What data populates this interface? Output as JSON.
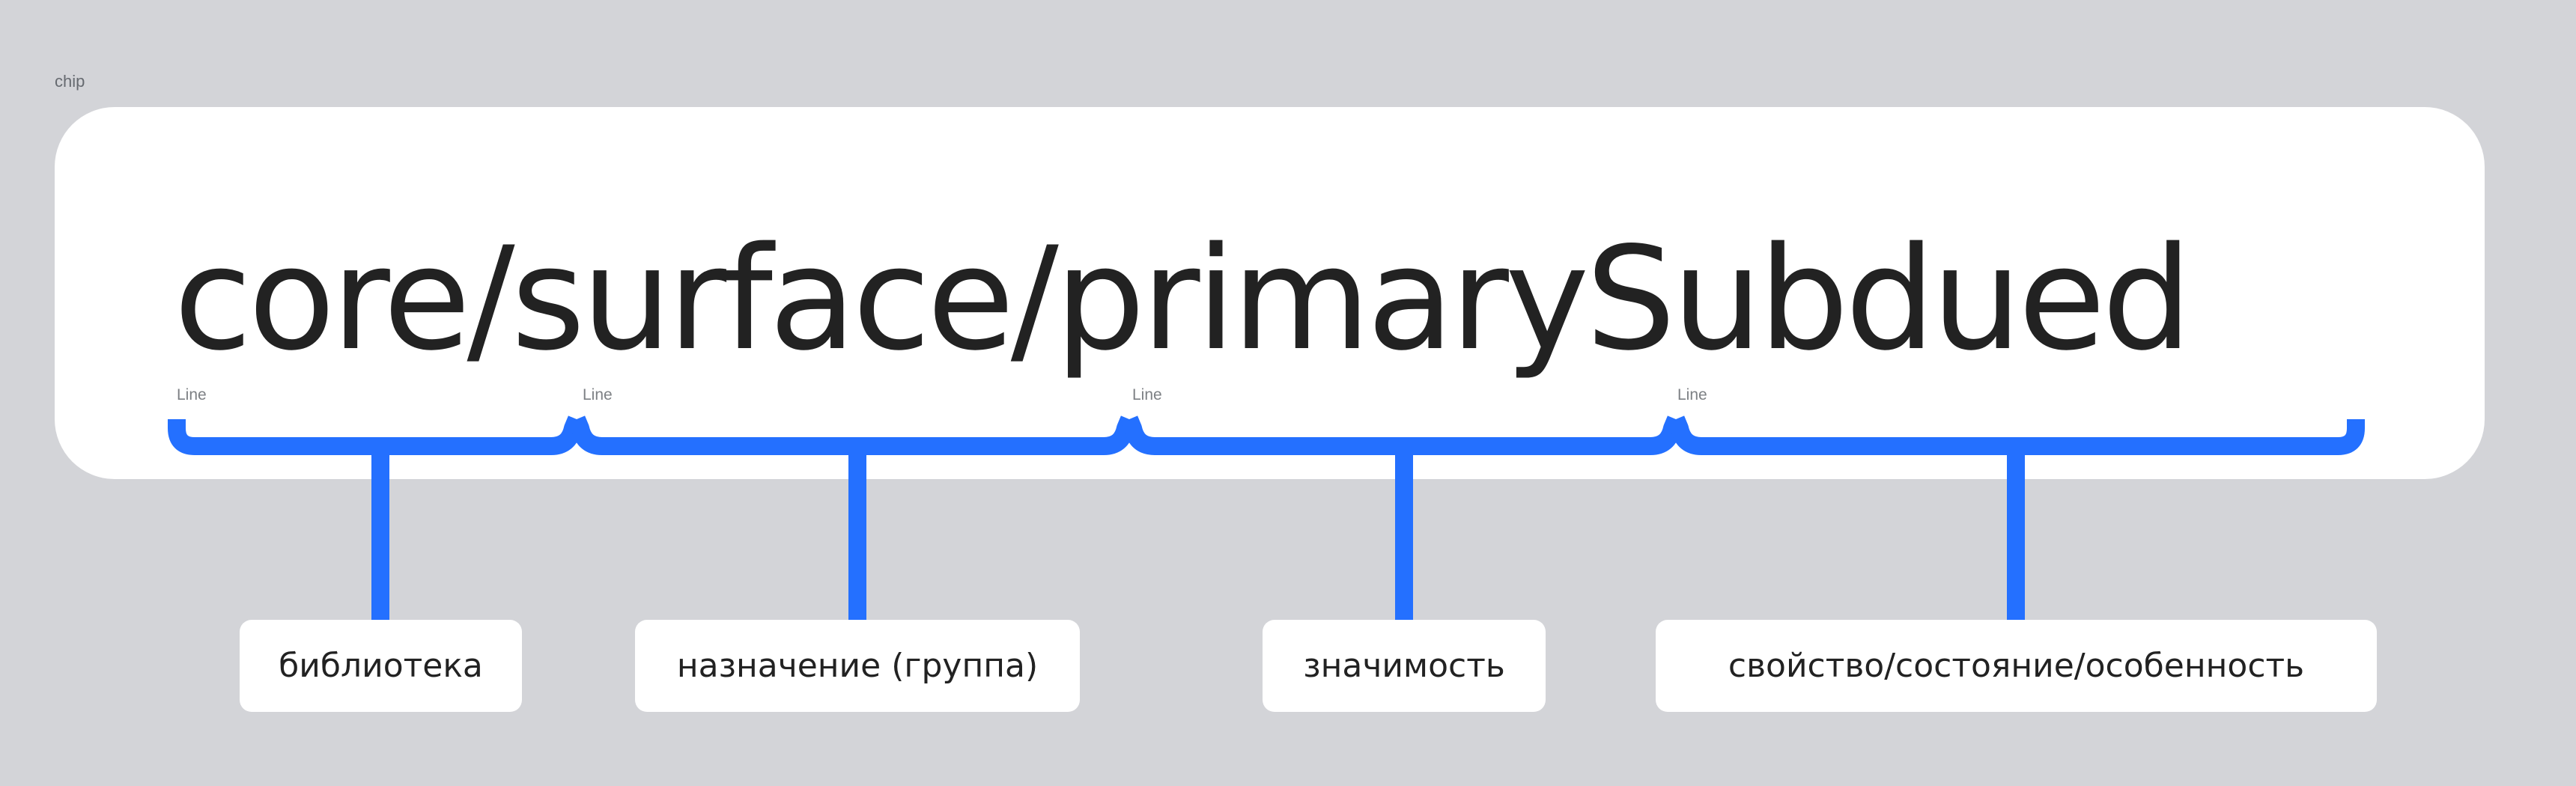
{
  "frame_label": "chip",
  "token": {
    "name": "core/surface/primarySubdued"
  },
  "segment_line_label": "Line",
  "segments": [
    {
      "line_label": "Line",
      "description": "библиотека"
    },
    {
      "line_label": "Line",
      "description": "назначение (группа)"
    },
    {
      "line_label": "Line",
      "description": "значимость"
    },
    {
      "line_label": "Line",
      "description": "свойство/состояние/особенность"
    }
  ],
  "colors": {
    "background": "#d3d4d8",
    "chip": "#ffffff",
    "accent": "#2470ff",
    "text": "#222222"
  }
}
